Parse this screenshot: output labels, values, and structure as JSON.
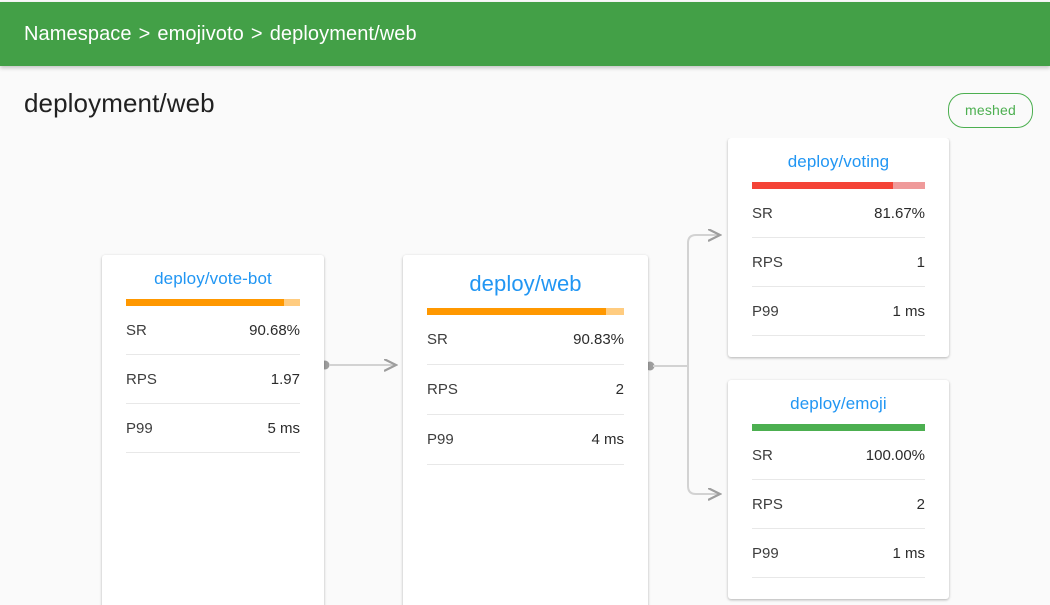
{
  "header": {
    "breadcrumb": [
      "Namespace",
      "emojivoto",
      "deployment/web"
    ],
    "separator": ">",
    "bar_color": "#43a047"
  },
  "page": {
    "title": "deployment/web",
    "badge": "meshed",
    "badge_color": "#4caf50",
    "background": "#fafafa"
  },
  "graph": {
    "edge_color": "#c4c4c4",
    "edges": [
      {
        "from": "deploy/vote-bot",
        "to": "deploy/web"
      },
      {
        "from": "deploy/web",
        "to": "deploy/voting"
      },
      {
        "from": "deploy/web",
        "to": "deploy/emoji"
      }
    ],
    "metric_labels": {
      "sr": "SR",
      "rps": "RPS",
      "p99": "P99"
    },
    "nodes": [
      {
        "id": "vote-bot",
        "title": "deploy/vote-bot",
        "title_color": "#2196f3",
        "bar_percent": 90.68,
        "bar_color": "#ff9800",
        "bar_track_color": "#ffcc80",
        "metrics": [
          {
            "label": "SR",
            "value": "90.68%"
          },
          {
            "label": "RPS",
            "value": "1.97"
          },
          {
            "label": "P99",
            "value": "5 ms"
          }
        ]
      },
      {
        "id": "web",
        "title": "deploy/web",
        "title_color": "#2196f3",
        "bar_percent": 90.83,
        "bar_color": "#ff9800",
        "bar_track_color": "#ffcc80",
        "metrics": [
          {
            "label": "SR",
            "value": "90.83%"
          },
          {
            "label": "RPS",
            "value": "2"
          },
          {
            "label": "P99",
            "value": "4 ms"
          }
        ]
      },
      {
        "id": "voting",
        "title": "deploy/voting",
        "title_color": "#2196f3",
        "bar_percent": 81.67,
        "bar_color": "#f44336",
        "bar_track_color": "#ef9a9a",
        "metrics": [
          {
            "label": "SR",
            "value": "81.67%"
          },
          {
            "label": "RPS",
            "value": "1"
          },
          {
            "label": "P99",
            "value": "1 ms"
          }
        ]
      },
      {
        "id": "emoji",
        "title": "deploy/emoji",
        "title_color": "#2196f3",
        "bar_percent": 100.0,
        "bar_color": "#4caf50",
        "bar_track_color": "#a5d6a7",
        "metrics": [
          {
            "label": "SR",
            "value": "100.00%"
          },
          {
            "label": "RPS",
            "value": "2"
          },
          {
            "label": "P99",
            "value": "1 ms"
          }
        ]
      }
    ]
  }
}
